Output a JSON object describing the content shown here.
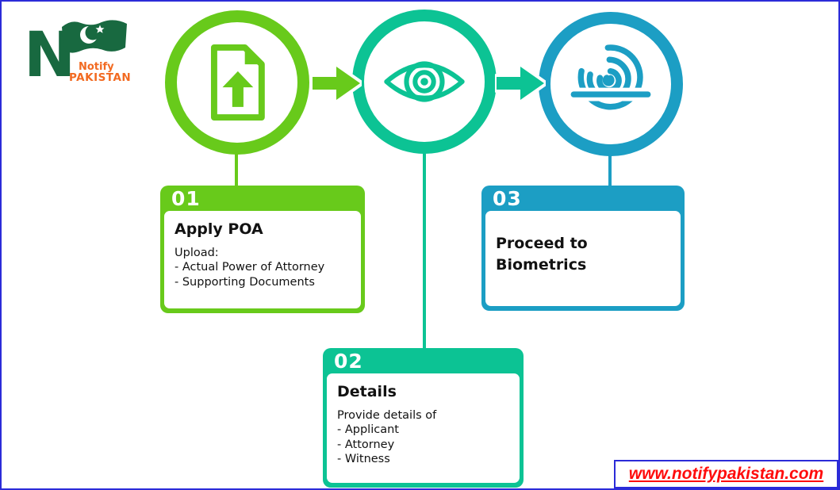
{
  "page": {
    "background": "#ffffff",
    "border_color": "#2b2bd8"
  },
  "logo": {
    "letter": "N",
    "name_top": "Notify",
    "name_bottom": "PAKISTAN",
    "green": "#186940",
    "orange": "#F26A21"
  },
  "steps": [
    {
      "number": "01",
      "icon": "document-upload-icon",
      "color": "#68CA1B",
      "title": "Apply POA",
      "lines": [
        "Upload:",
        "- Actual Power of Attorney",
        "- Supporting Documents"
      ]
    },
    {
      "number": "02",
      "icon": "eye-icon",
      "color": "#0CC394",
      "title": "Details",
      "lines": [
        "Provide details of",
        "- Applicant",
        "- Attorney",
        "- Witness"
      ]
    },
    {
      "number": "03",
      "icon": "fingerprint-icon",
      "color": "#1C9EC4",
      "title": "Proceed to Biometrics",
      "lines": []
    }
  ],
  "footer": {
    "website_url": "www.notifypakistan.com",
    "text_color": "#ff0c0c"
  }
}
